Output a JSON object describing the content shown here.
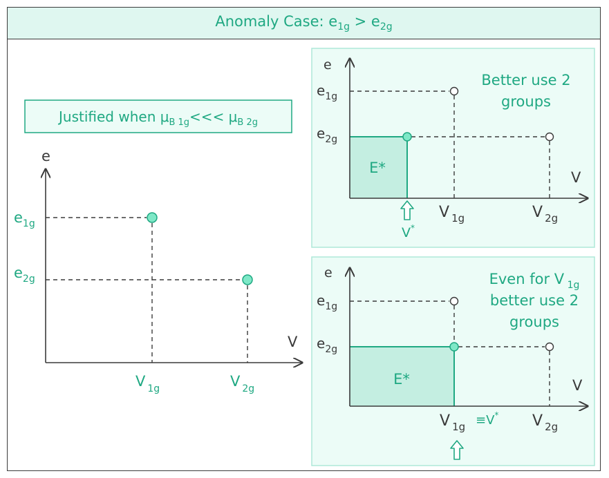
{
  "title": {
    "base": "Anomaly Case: e",
    "sub1": "1g",
    "mid": " > e",
    "sub2": "2g"
  },
  "left": {
    "justified_box": {
      "text": "Justified when μ",
      "sub1": "B 1g",
      "mid": "<<< μ",
      "sub2": "B 2g"
    },
    "axis_y": "e",
    "axis_x": "V",
    "labels": {
      "e1g": {
        "base": "e",
        "sub": "1g"
      },
      "e2g": {
        "base": "e",
        "sub": "2g"
      },
      "v1g": {
        "base": "V",
        "sub": "1g"
      },
      "v2g": {
        "base": "V",
        "sub": "2g"
      }
    }
  },
  "top_right": {
    "note_line1": "Better use 2",
    "note_line2": "groups",
    "axis_y": "e",
    "axis_x": "V",
    "area_label": "E*",
    "vstar": {
      "base": "V",
      "sup": "*"
    },
    "labels": {
      "e1g": {
        "base": "e",
        "sub": "1g"
      },
      "e2g": {
        "base": "e",
        "sub": "2g"
      },
      "v1g": {
        "base": "V",
        "sub": "1g"
      },
      "v2g": {
        "base": "V",
        "sub": "2g"
      }
    }
  },
  "bottom_right": {
    "note_line1": {
      "base": "Even for V",
      "sub": " 1g"
    },
    "note_line2": "better use 2",
    "note_line3": "groups",
    "axis_y": "e",
    "axis_x": "V",
    "area_label": "E*",
    "equiv": {
      "base": "≡V",
      "sup": "*"
    },
    "labels": {
      "e1g": {
        "base": "e",
        "sub": "1g"
      },
      "e2g": {
        "base": "e",
        "sub": "2g"
      },
      "v1g": {
        "base": "V",
        "sub": "1g"
      },
      "v2g": {
        "base": "V",
        "sub": "2g"
      }
    }
  },
  "colors": {
    "accent": "#1fa882",
    "panel_fill": "#ecfcf7",
    "panel_border": "#aee8d8",
    "area_fill": "#c4eee1",
    "dot_fill": "#7ee8c7",
    "axis": "#3a3a3a"
  }
}
